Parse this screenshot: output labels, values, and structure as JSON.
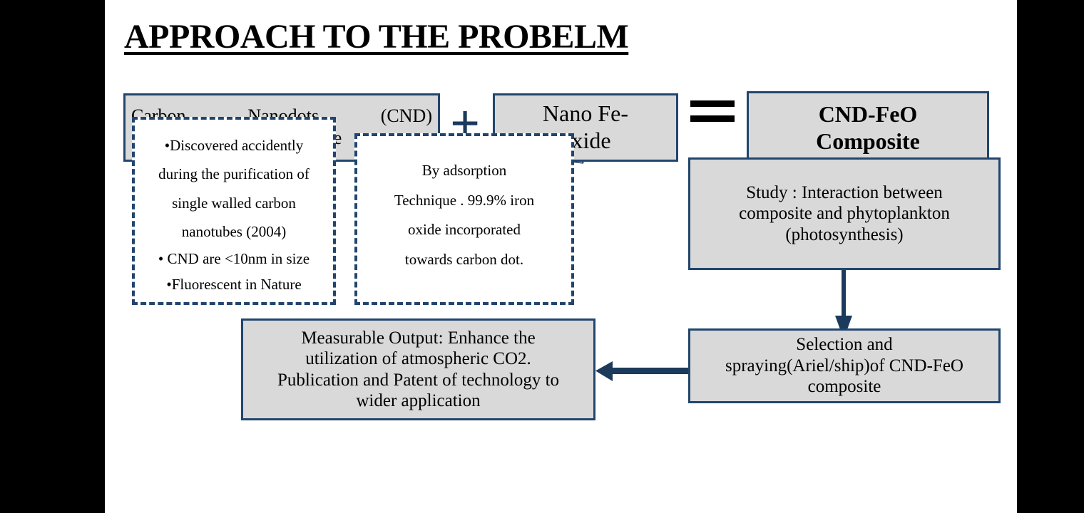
{
  "slide": {
    "title": "APPROACH TO THE PROBELM",
    "background": "#ffffff",
    "letterbox_color": "#000000"
  },
  "colors": {
    "box_fill": "#d9d9d9",
    "box_border": "#22456e",
    "dashed_border": "#22456e",
    "arrow": "#1b3a5c",
    "plus_sign": "#1b3a5c",
    "equals_sign": "#000000",
    "text": "#000000"
  },
  "equation": {
    "term1": {
      "line1": "Carbon        Nanodots        (CND)",
      "line2": "synthesized from Fish waste"
    },
    "operator_plus": "+",
    "term2": {
      "line1": "Nano Fe-",
      "line2": "oxide"
    },
    "operator_equals": "=",
    "result": {
      "line1": "CND-FeO",
      "line2": "Composite"
    }
  },
  "callouts": {
    "cnd_notes": [
      "•Discovered accidently",
      "during the purification of",
      "single walled carbon",
      "nanotubes (2004)",
      "• CND are <10nm in size",
      "•Fluorescent in Nature"
    ],
    "fe_notes": [
      "By adsorption",
      "Technique . 99.9% iron",
      "oxide incorporated",
      "towards carbon dot."
    ]
  },
  "flow": {
    "study": {
      "line1": "Study : Interaction between",
      "line2": "composite and phytoplankton",
      "line3": "(photosynthesis)"
    },
    "selection": {
      "line1": "Selection and",
      "line2": "spraying(Ariel/ship)of CND-FeO",
      "line3": "composite"
    },
    "output": {
      "line1": "Measurable Output: Enhance the",
      "line2": "utilization of atmospheric CO2.",
      "line3": "Publication and Patent of technology to",
      "line4": "wider application"
    }
  }
}
